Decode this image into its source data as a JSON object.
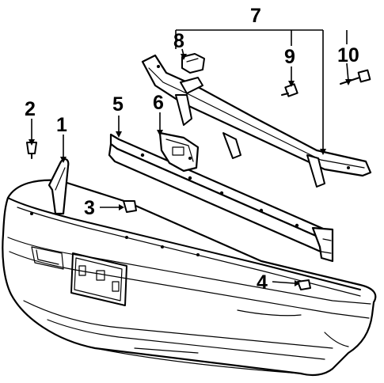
{
  "diagram": {
    "colors": {
      "line": "#000000",
      "background": "#ffffff"
    },
    "callouts": [
      {
        "id": "1",
        "label": "1"
      },
      {
        "id": "2",
        "label": "2"
      },
      {
        "id": "3",
        "label": "3"
      },
      {
        "id": "4",
        "label": "4"
      },
      {
        "id": "5",
        "label": "5"
      },
      {
        "id": "6",
        "label": "6"
      },
      {
        "id": "7",
        "label": "7"
      },
      {
        "id": "8",
        "label": "8"
      },
      {
        "id": "9",
        "label": "9"
      },
      {
        "id": "10",
        "label": "10"
      }
    ]
  }
}
